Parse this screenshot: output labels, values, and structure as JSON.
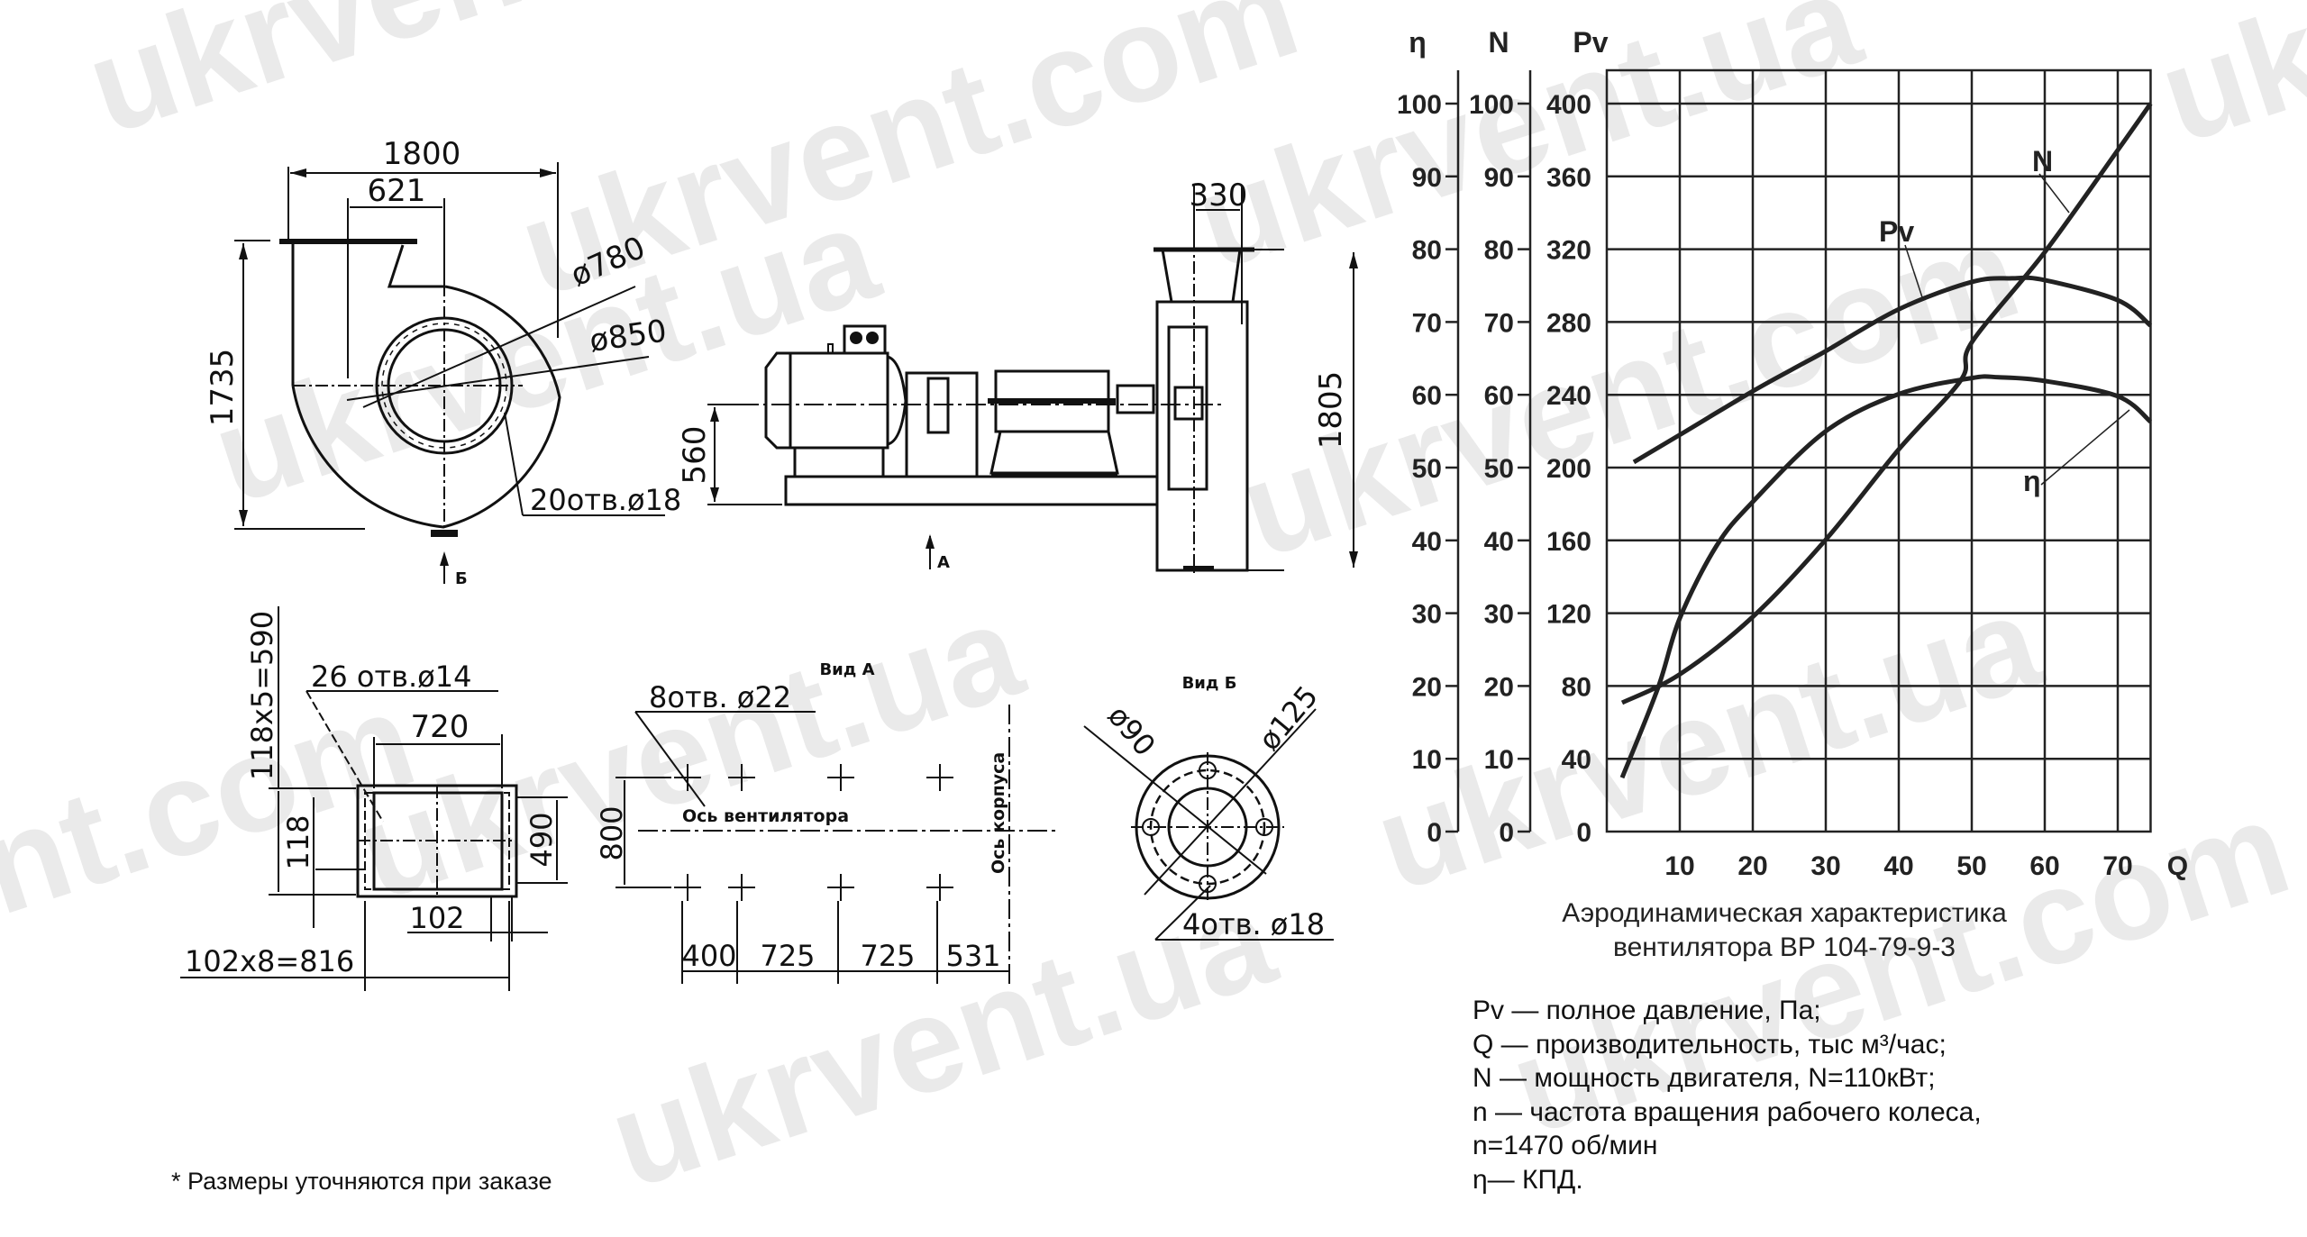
{
  "drawing": {
    "front_view": {
      "dim_width": "1800",
      "dim_outlet_offset": "621",
      "dim_height": "1735",
      "dim_inner_diameter": "ø780",
      "dim_outer_diameter": "ø850",
      "holes_label": "20отв.ø18",
      "view_arrow_b": "Б"
    },
    "side_view": {
      "dim_inlet_depth": "330",
      "dim_total_height": "1805",
      "dim_axis_height": "560",
      "view_arrow_a": "А"
    },
    "outlet_flange": {
      "dim_pitch_vertical": "118x5=590",
      "holes_label": "26 отв.ø14",
      "dim_width": "720",
      "dim_pitch": "118",
      "dim_height": "490",
      "dim_hole_pitch": "102",
      "dim_pitch_horizontal": "102x8=816"
    },
    "view_a": {
      "title": "Вид А",
      "holes_label": "8отв. ø22",
      "fan_axis_label": "Ось вентилятора",
      "body_axis_label": "Ось корпуса",
      "dim_spacing": "800",
      "dims_horizontal": [
        "400",
        "725",
        "725",
        "531"
      ]
    },
    "view_b": {
      "title": "Вид Б",
      "dim_inner": "ø90",
      "dim_outer": "ø125",
      "holes_label": "4отв. ø18"
    },
    "footnote": "* Размеры уточняются при заказе"
  },
  "chart_data": {
    "type": "line",
    "title": "Аэродинамическая характеристика вентилятора  ВР 104-79-9-3",
    "title_lines": [
      "Аэродинамическая характеристика",
      "вентилятора  ВР 104-79-9-3"
    ],
    "xlabel": "Q",
    "x_ticks": [
      10,
      20,
      30,
      40,
      50,
      60,
      70
    ],
    "xlim": [
      0,
      74.5
    ],
    "y_axes": [
      {
        "label": "η",
        "ticks": [
          0,
          10,
          20,
          30,
          40,
          50,
          60,
          70,
          80,
          90,
          100
        ],
        "ylim": [
          0,
          100
        ]
      },
      {
        "label": "N",
        "ticks": [
          0,
          10,
          20,
          30,
          40,
          50,
          60,
          70,
          80,
          90,
          100
        ],
        "ylim": [
          0,
          100
        ]
      },
      {
        "label": "Pv",
        "ticks": [
          0,
          40,
          80,
          120,
          160,
          200,
          240,
          280,
          320,
          360,
          400
        ],
        "ylim": [
          0,
          400
        ]
      }
    ],
    "grid": true,
    "series": [
      {
        "name": "Pv",
        "axis": "Pv",
        "x": [
          3.7,
          10,
          20,
          26.8,
          30,
          40,
          50,
          55.5,
          60,
          70,
          74.5
        ],
        "values": [
          203,
          218,
          242,
          257,
          264,
          287,
          302,
          304,
          303,
          292,
          278
        ]
      },
      {
        "name": "η",
        "axis": "η",
        "x": [
          2.1,
          7,
          10,
          15,
          20,
          30,
          40,
          50,
          53.7,
          60,
          70,
          74.5
        ],
        "values": [
          7.4,
          19.7,
          29.3,
          39.2,
          45.3,
          55.0,
          60.1,
          62.3,
          62.4,
          61.9,
          59.8,
          56.3
        ]
      },
      {
        "name": "N",
        "axis": "N",
        "x": [
          2.1,
          10,
          20,
          30,
          40,
          48.5,
          50,
          60,
          70,
          74.5
        ],
        "values": [
          17.7,
          21.6,
          29.5,
          40.1,
          52.5,
          62.0,
          67.2,
          79.6,
          93.6,
          100
        ]
      }
    ],
    "curve_labels": [
      {
        "text": "N",
        "at_q": 60,
        "at_eta": 92
      },
      {
        "text": "Pv",
        "at_q": 40,
        "at_eta": 84
      },
      {
        "text": "η",
        "at_q": 60,
        "at_eta": 48
      }
    ]
  },
  "legend": [
    "Pv — полное давление, Па;",
    "Q — производительность, тыс м³/час;",
    "N — мощность двигателя, N=110кВт;",
    "n — частота вращения рабочего колеса,",
    "n=1470 об/мин",
    "η— КПД."
  ],
  "watermark": "ukrvent.ua",
  "watermark_alt": "ukrvent.com"
}
